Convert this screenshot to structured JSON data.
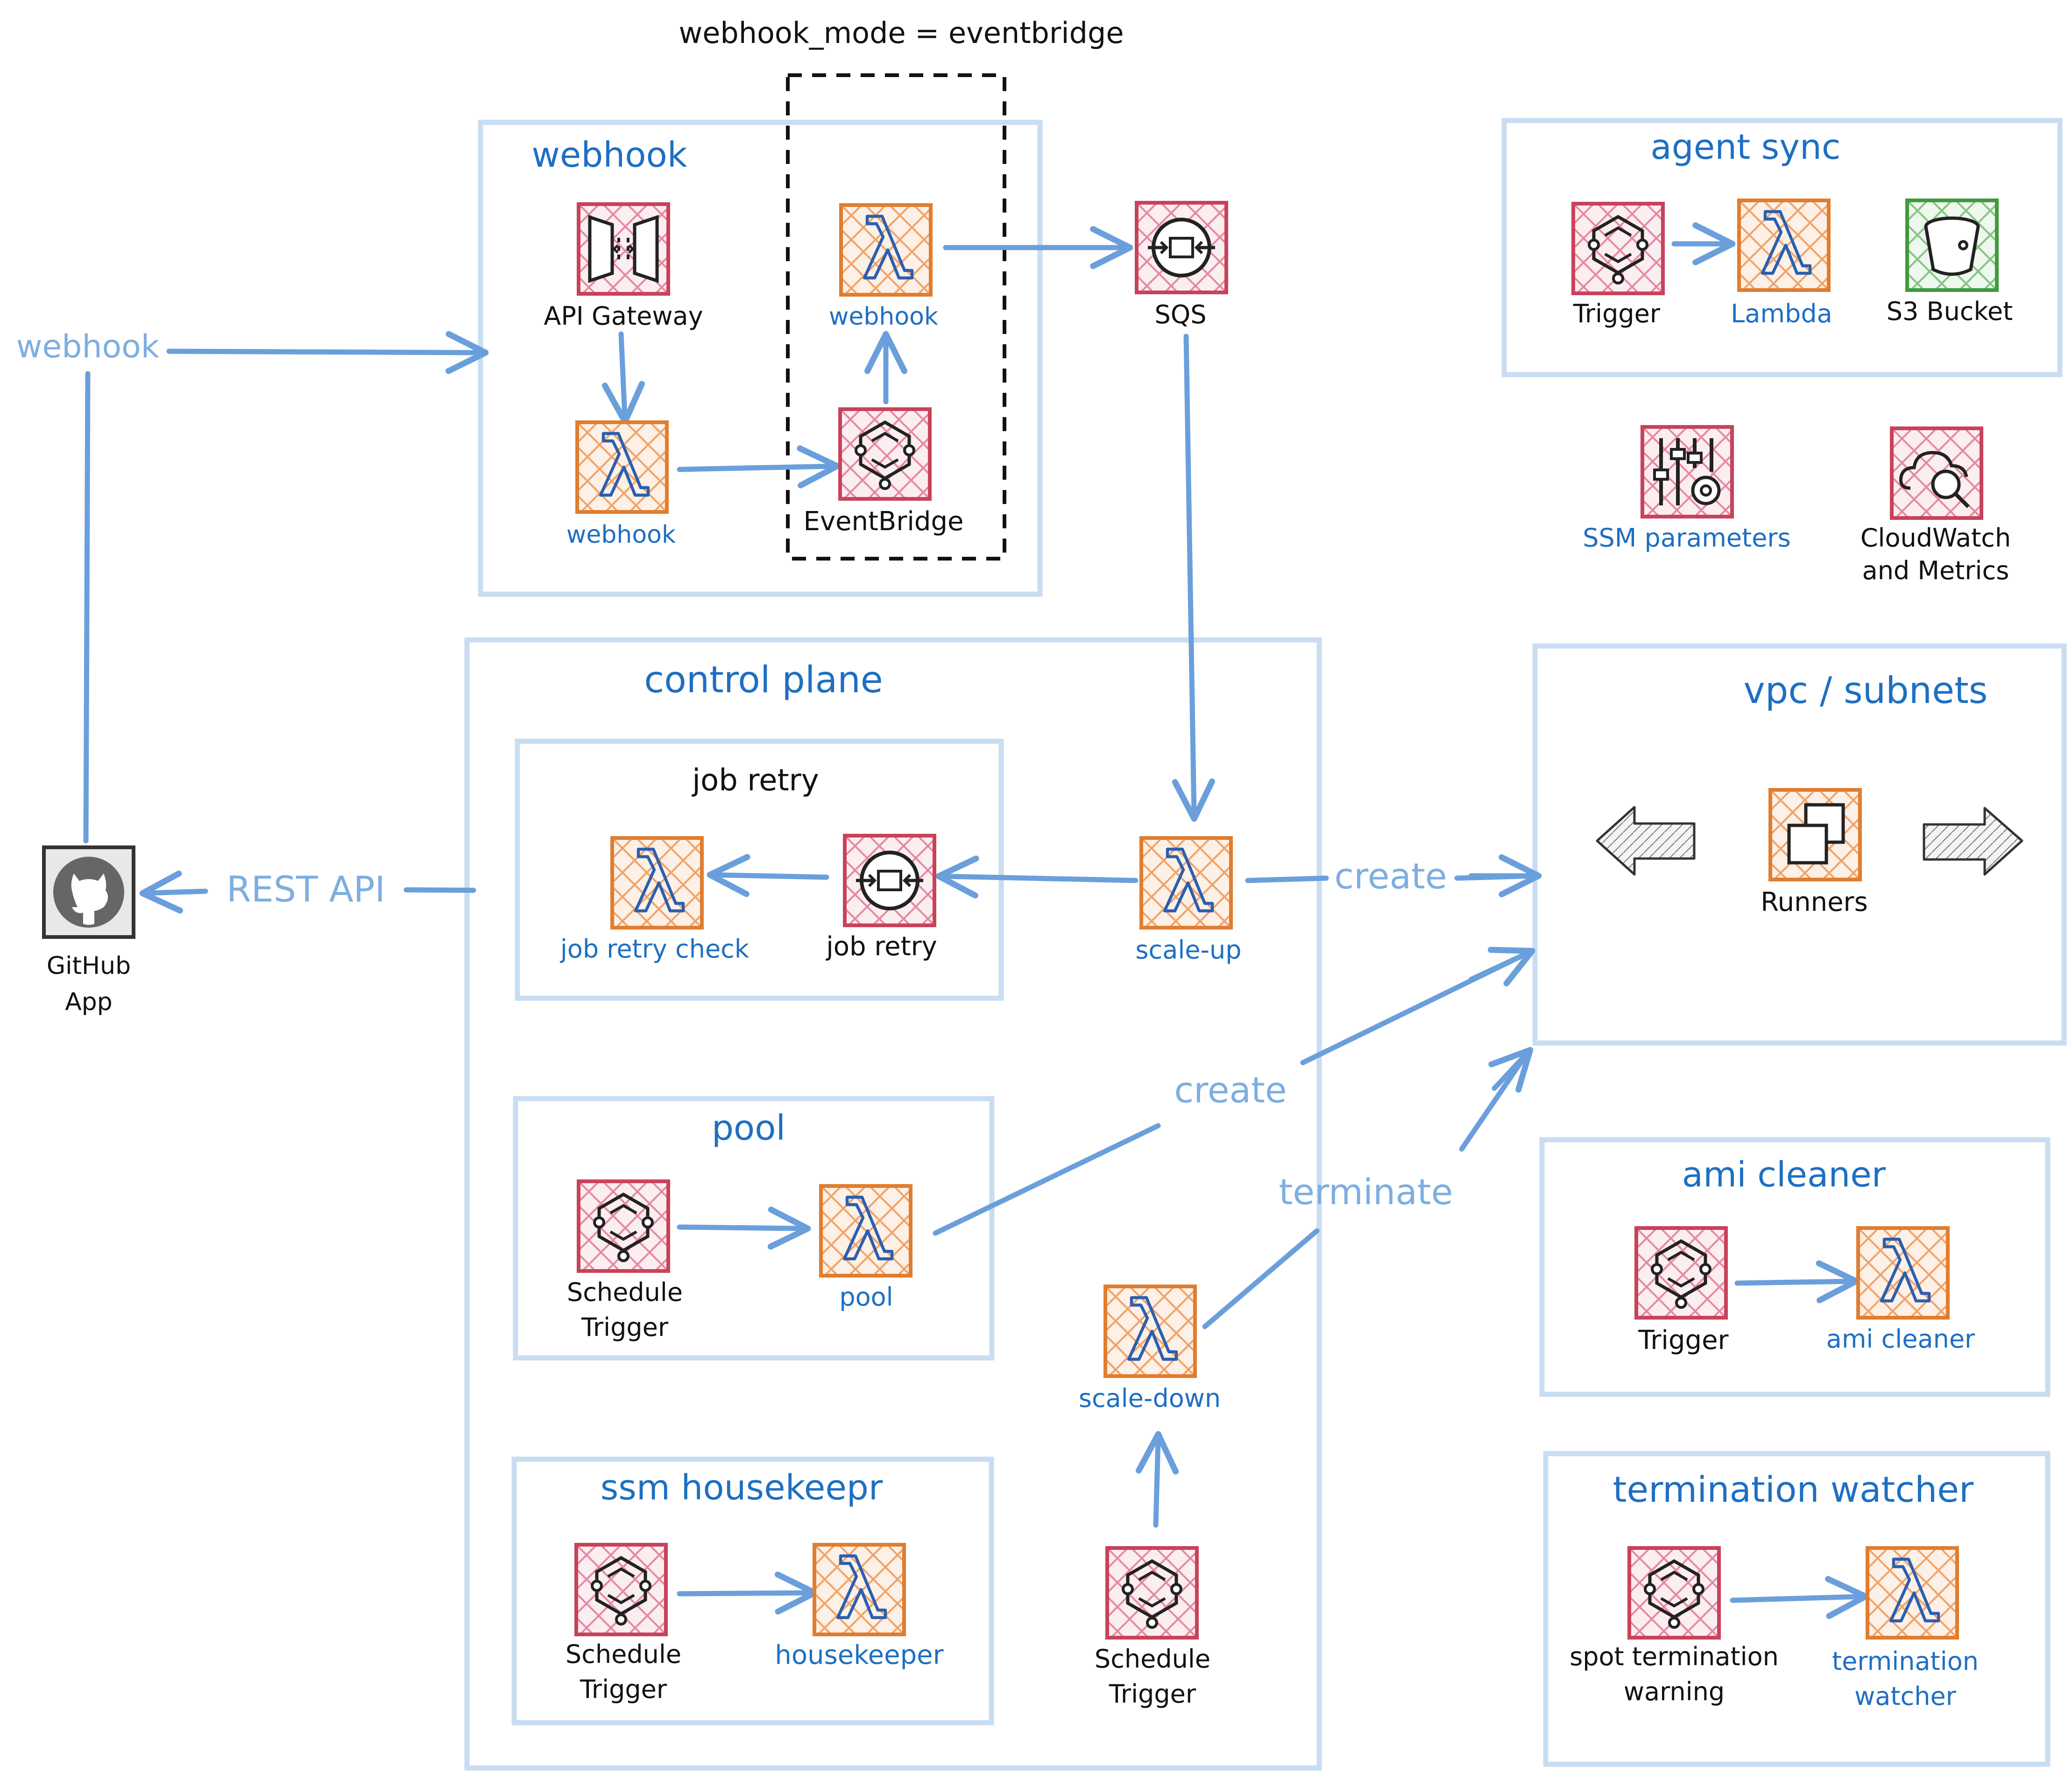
{
  "colors": {
    "frame": "#c9ddf2",
    "arrow": "#6a9fdb",
    "blue_text": "#1e6fc2",
    "light_text": "#7eaee0",
    "lambda_fill": "#fbe3d2",
    "lambda_stroke": "#e07d2f",
    "pink_fill": "#f7dde2",
    "pink_stroke": "#c8425a",
    "green_fill": "#e0f1dc",
    "green_stroke": "#3f9a3f"
  },
  "top_label": "webhook_mode = eventbridge",
  "external": {
    "webhook_label": "webhook",
    "github_app": [
      "GitHub",
      "App"
    ],
    "rest_api": "REST API"
  },
  "groups": {
    "webhook": {
      "title": "webhook",
      "api_gateway": "API Gateway",
      "lambda": "webhook",
      "eventbridge": "EventBridge",
      "webhook_lambda": "webhook"
    },
    "sqs": "SQS",
    "agent_sync": {
      "title": "agent sync",
      "trigger": "Trigger",
      "lambda": "Lambda",
      "bucket": "S3 Bucket"
    },
    "shared": {
      "ssm": "SSM parameters",
      "cloudwatch": [
        "CloudWatch",
        "and Metrics"
      ]
    },
    "control_plane": {
      "title": "control plane",
      "job_retry_title": "job retry",
      "job_retry_check": "job retry check",
      "job_retry_queue": "job retry",
      "scale_up": "scale-up",
      "pool_title": "pool",
      "pool_trigger": [
        "Schedule",
        "Trigger"
      ],
      "pool_lambda": "pool",
      "scale_down": "scale-down",
      "ssm_title": "ssm housekeepr",
      "ssm_trigger": [
        "Schedule",
        "Trigger"
      ],
      "housekeeper": "housekeeper",
      "scale_down_trigger": [
        "Schedule",
        "Trigger"
      ]
    },
    "vpc": {
      "title": "vpc / subnets",
      "runners": "Runners"
    },
    "ami_cleaner": {
      "title": "ami cleaner",
      "trigger": "Trigger",
      "lambda": "ami cleaner"
    },
    "termination_watcher": {
      "title": "termination watcher",
      "trigger": [
        "spot termination",
        "warning"
      ],
      "lambda": [
        "termination",
        "watcher"
      ]
    }
  },
  "edges": {
    "create_1": "create",
    "create_2": "create",
    "terminate": "terminate"
  }
}
